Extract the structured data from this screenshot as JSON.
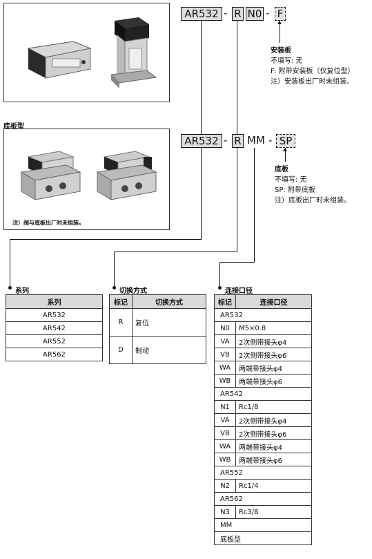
{
  "diagram1": {
    "series": "AR532",
    "switch": "R",
    "port": "N0",
    "option": "F",
    "note_title": "安装板",
    "note_lines": [
      "不填写: 无",
      "F: 附带安装板（仅复位型）",
      "注）安装板出厂时未组装。"
    ]
  },
  "base_type_label": "底板型",
  "photo_note": "注）阀与底板出厂时未组装。",
  "diagram2": {
    "series": "AR532",
    "switch": "R",
    "port": "MM",
    "option": "SP",
    "note_title": "底板",
    "note_lines": [
      "不填写: 无",
      "SP: 附带底板",
      "注）底板出厂时未组装。"
    ]
  },
  "series_table": {
    "title": "系列",
    "header": "系列",
    "rows": [
      "AR532",
      "AR542",
      "AR552",
      "AR562"
    ]
  },
  "switch_table": {
    "title": "切换方式",
    "headers": [
      "标记",
      "切换方式"
    ],
    "rows": [
      [
        "R",
        "复位"
      ],
      [
        "D",
        "制动"
      ]
    ]
  },
  "port_table": {
    "title": "连接口径",
    "headers": [
      "标记",
      "连接口径"
    ],
    "groups": [
      {
        "name": "AR532",
        "rows": [
          [
            "N0",
            "M5×0.8"
          ],
          [
            "VA",
            "2次侧带接头φ4"
          ],
          [
            "VB",
            "2次侧带接头φ6"
          ],
          [
            "WA",
            "两端带接头φ4"
          ],
          [
            "WB",
            "两端带接头φ6"
          ]
        ]
      },
      {
        "name": "AR542",
        "rows": [
          [
            "N1",
            "Rc1/8"
          ],
          [
            "VA",
            "2次侧带接头φ4"
          ],
          [
            "VB",
            "2次侧带接头φ6"
          ],
          [
            "WA",
            "两端带接头φ4"
          ],
          [
            "WB",
            "两端带接头φ6"
          ]
        ]
      },
      {
        "name": "AR552",
        "rows": [
          [
            "N2",
            "Rc1/4"
          ]
        ]
      },
      {
        "name": "AR562",
        "rows": [
          [
            "N3",
            "Rc3/8"
          ]
        ]
      }
    ],
    "footer": [
      "MM",
      "底板型"
    ]
  }
}
